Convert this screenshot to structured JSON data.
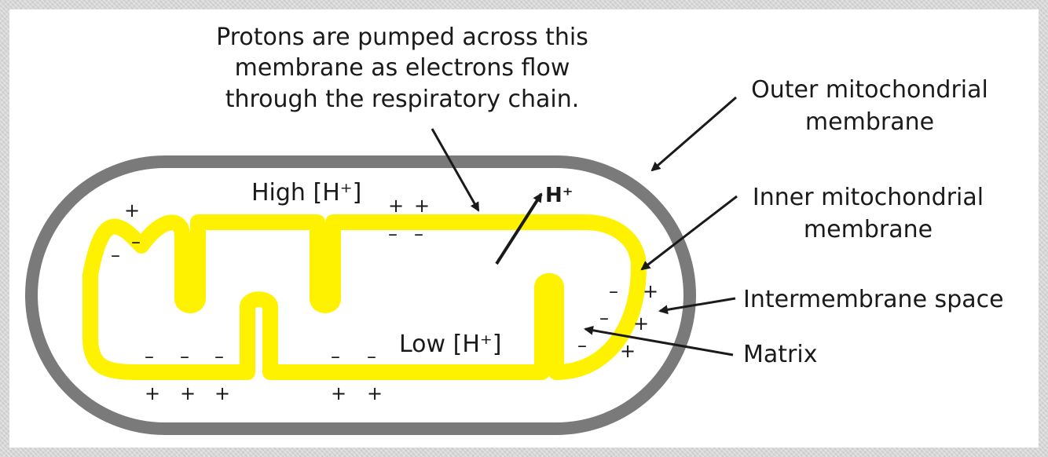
{
  "diagram": {
    "callout": {
      "line1": "Protons are pumped across this",
      "line2": "membrane as electrons flow",
      "line3": "through the respiratory chain."
    },
    "labels": {
      "outer_line1": "Outer mitochondrial",
      "outer_line2": "membrane",
      "inner_line1": "Inner mitochondrial",
      "inner_line2": "membrane",
      "intermembrane_space": "Intermembrane space",
      "matrix": "Matrix",
      "high_h": "High [H⁺]",
      "low_h": "Low [H⁺]",
      "h_plus": "H⁺"
    },
    "signs": {
      "plus": "+",
      "minus": "–"
    },
    "colors": {
      "outer_membrane": "#7a7a7a",
      "inner_membrane": "#fff200",
      "text": "#1a1a1a",
      "background": "#ffffff"
    }
  }
}
